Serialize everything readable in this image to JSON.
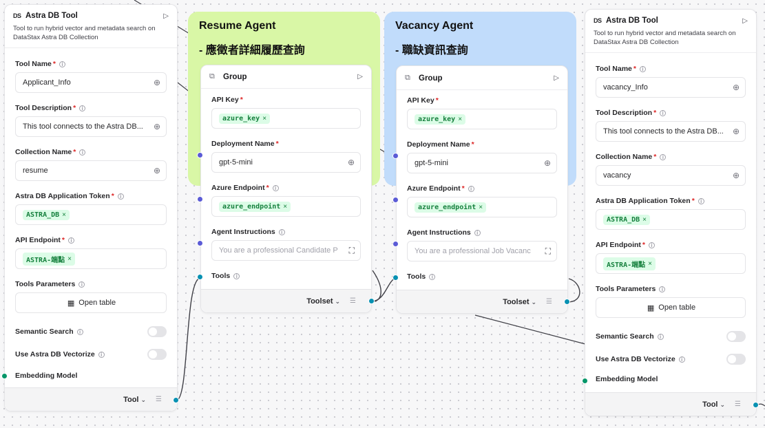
{
  "notes": [
    {
      "title": "Resume Agent",
      "subtitle": "- 應徵者詳細履歷查詢"
    },
    {
      "title": "Vacancy Agent",
      "subtitle": "- 職缺資訊查詢"
    }
  ],
  "left_tool": {
    "logo": "DS",
    "title": "Astra DB Tool",
    "description": "Tool to run hybrid vector and metadata search on DataStax Astra DB Collection",
    "tool_name_label": "Tool Name",
    "tool_name_value": "Applicant_Info",
    "tool_desc_label": "Tool Description",
    "tool_desc_value": "This tool connects to the Astra DB...",
    "collection_label": "Collection Name",
    "collection_value": "resume",
    "token_label": "Astra DB Application Token",
    "token_chip": "ASTRA_DB",
    "endpoint_label": "API Endpoint",
    "endpoint_chip": "ASTRA-端點",
    "params_label": "Tools Parameters",
    "open_table": "Open table",
    "semantic_label": "Semantic Search",
    "vectorize_label": "Use Astra DB Vectorize",
    "embedding_label": "Embedding Model",
    "footer": "Tool"
  },
  "right_tool": {
    "logo": "DS",
    "title": "Astra DB Tool",
    "description": "Tool to run hybrid vector and metadata search on DataStax Astra DB Collection",
    "tool_name_label": "Tool Name",
    "tool_name_value": "vacancy_Info",
    "tool_desc_label": "Tool Description",
    "tool_desc_value": "This tool connects to the Astra DB...",
    "collection_label": "Collection Name",
    "collection_value": "vacancy",
    "token_label": "Astra DB Application Token",
    "token_chip": "ASTRA_DB",
    "endpoint_label": "API Endpoint",
    "endpoint_chip": "ASTRA-端點",
    "params_label": "Tools Parameters",
    "open_table": "Open table",
    "semantic_label": "Semantic Search",
    "vectorize_label": "Use Astra DB Vectorize",
    "embedding_label": "Embedding Model",
    "footer": "Tool"
  },
  "resume_group": {
    "title": "Group",
    "api_key_label": "API Key",
    "api_key_chip": "azure_key",
    "deployment_label": "Deployment Name",
    "deployment_value": "gpt-5-mini",
    "endpoint_label": "Azure Endpoint",
    "endpoint_chip": "azure_endpoint",
    "instructions_label": "Agent Instructions",
    "instructions_placeholder": "You are a professional Candidate P",
    "tools_label": "Tools",
    "footer": "Toolset"
  },
  "vacancy_group": {
    "title": "Group",
    "api_key_label": "API Key",
    "api_key_chip": "azure_key",
    "deployment_label": "Deployment Name",
    "deployment_value": "gpt-5-mini",
    "endpoint_label": "Azure Endpoint",
    "endpoint_chip": "azure_endpoint",
    "instructions_label": "Agent Instructions",
    "instructions_placeholder": "You are a professional Job Vacanc",
    "tools_label": "Tools",
    "footer": "Toolset"
  },
  "colors": {
    "note_green": "#d9f7a6",
    "note_blue": "#c1dcfb",
    "handle_purple": "#5b5bd6",
    "handle_teal": "#0891b2",
    "handle_green": "#059669",
    "chip_bg": "#dcfce7",
    "chip_text": "#15803d"
  }
}
